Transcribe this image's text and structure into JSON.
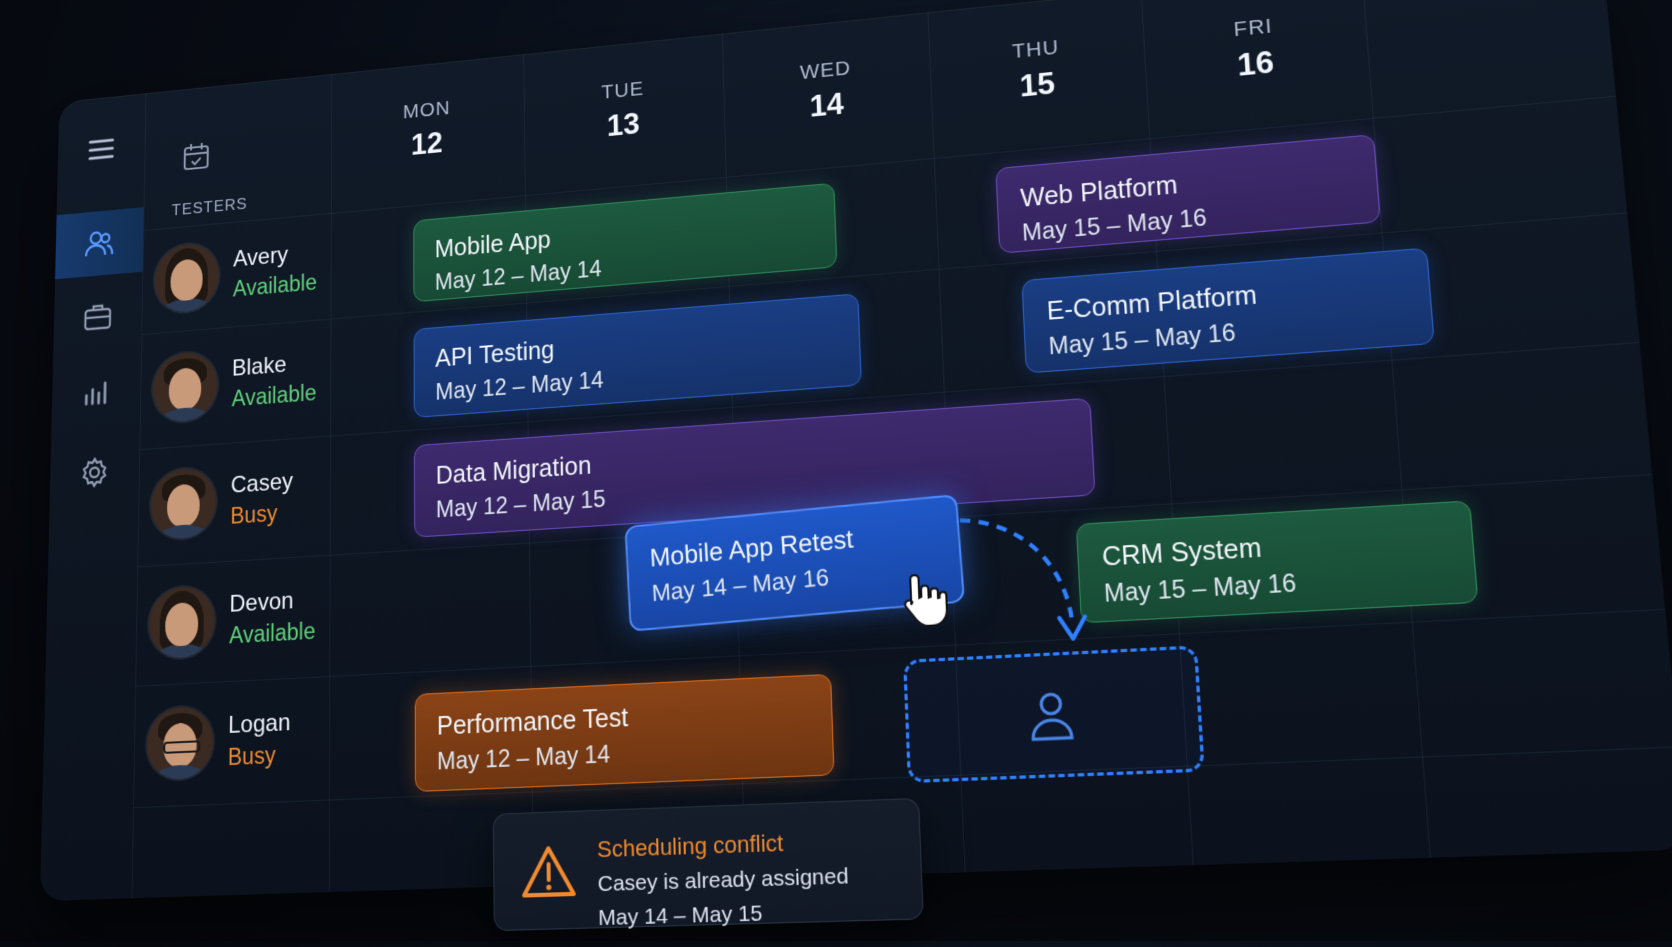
{
  "days": [
    {
      "name": "MON",
      "num": "12"
    },
    {
      "name": "TUE",
      "num": "13"
    },
    {
      "name": "WED",
      "num": "14"
    },
    {
      "name": "THU",
      "num": "15"
    },
    {
      "name": "FRI",
      "num": "16"
    }
  ],
  "testers_label": "TESTERS",
  "testers": [
    {
      "name": "Avery",
      "status": "Available"
    },
    {
      "name": "Blake",
      "status": "Available"
    },
    {
      "name": "Casey",
      "status": "Busy"
    },
    {
      "name": "Devon",
      "status": "Available"
    },
    {
      "name": "Logan",
      "status": "Busy"
    }
  ],
  "tasks": {
    "mobile_app": {
      "title": "Mobile App",
      "range": "May 12 – May 14",
      "color": "#1d5a3f"
    },
    "web_platform": {
      "title": "Web Platform",
      "range": "May 15 – May 16",
      "color": "#3e2a6e"
    },
    "api_testing": {
      "title": "API Testing",
      "range": "May 12 – May 14",
      "color": "#1a3e84"
    },
    "ecomm_platform": {
      "title": "E-Comm Platform",
      "range": "May 15 – May 16",
      "color": "#1a3e84"
    },
    "data_migration": {
      "title": "Data Migration",
      "range": "May 12 – May 15",
      "color": "#3e2a6e"
    },
    "mobile_app_retest": {
      "title": "Mobile App Retest",
      "range": "May 14 – May 16",
      "color": "#1f58c9"
    },
    "crm_system": {
      "title": "CRM System",
      "range": "May 15 – May 16",
      "color": "#1d5a3f"
    },
    "performance_test": {
      "title": "Performance Test",
      "range": "May 12 – May 14",
      "color": "#8a4317"
    }
  },
  "conflict": {
    "title": "Scheduling conflict",
    "line1": "Casey is already assigned",
    "line2": "May 14 – May 15",
    "color": "#f08a2f"
  },
  "sidebar_icons": [
    "menu-icon",
    "users-icon",
    "briefcase-icon",
    "bar-chart-icon",
    "gear-icon"
  ],
  "accent": "#2f80ff"
}
